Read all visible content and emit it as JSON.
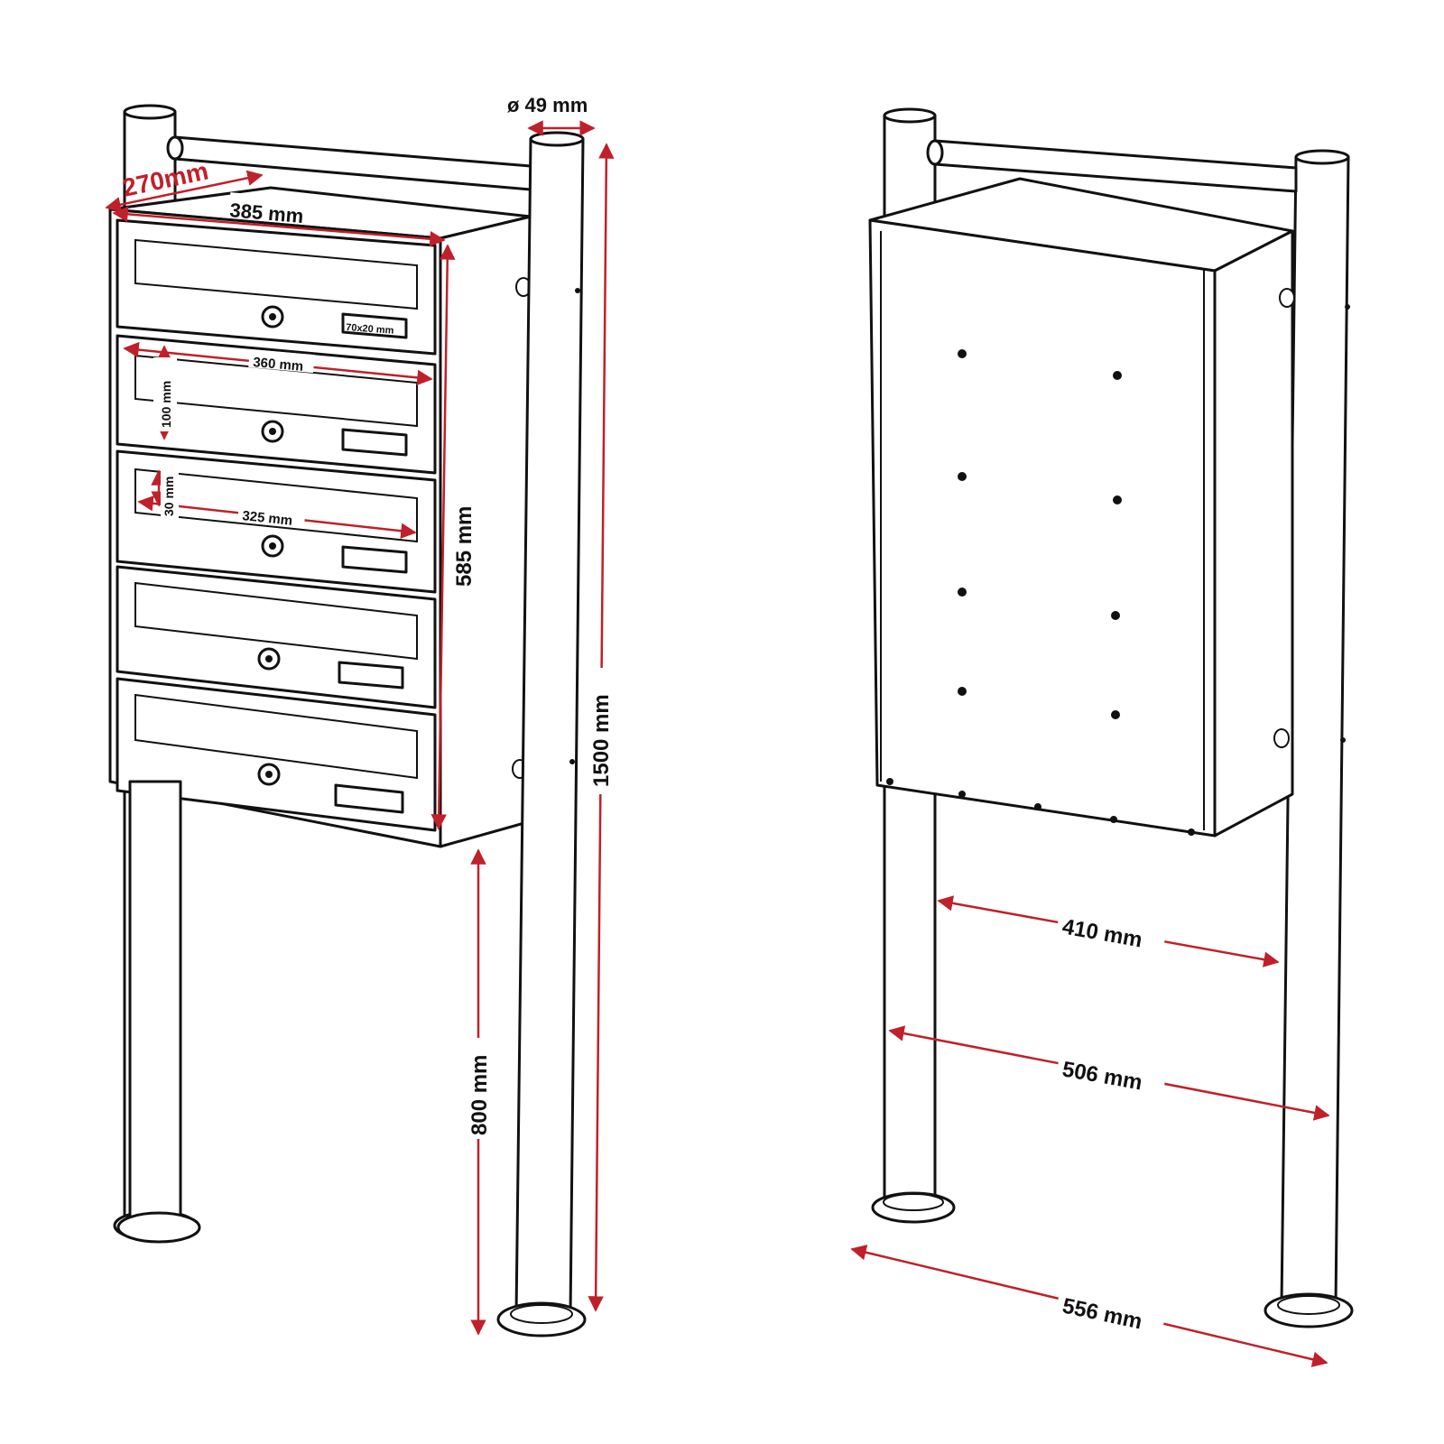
{
  "dimensions": {
    "tube_diameter": "ø 49 mm",
    "depth": "270mm",
    "width": "385 mm",
    "slot_width_outer": "360 mm",
    "slot_height": "100 mm",
    "slot_opening_height": "30 mm",
    "slot_opening_width": "325 mm",
    "name_plate": "70x20 mm",
    "box_height": "585 mm",
    "total_height": "1500 mm",
    "ground_clearance": "800 mm",
    "inner_post_distance": "410 mm",
    "outer_post_distance": "506 mm",
    "base_distance": "556 mm"
  },
  "colors": {
    "outline": "#111111",
    "dimension_line": "#c0202a",
    "background": "#ffffff"
  }
}
